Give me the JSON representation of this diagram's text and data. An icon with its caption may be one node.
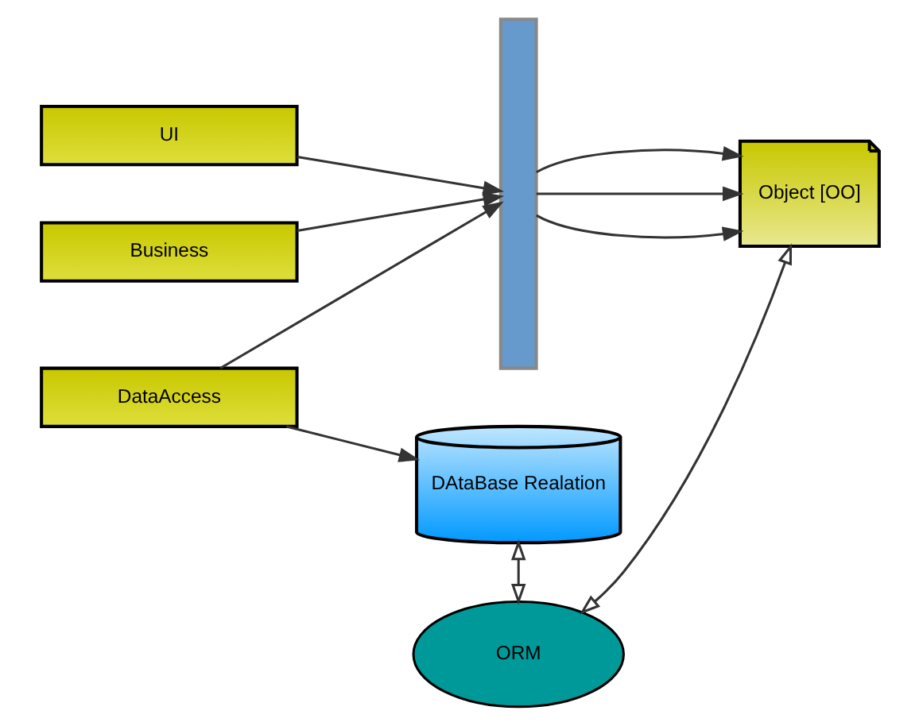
{
  "diagram": {
    "nodes": [
      {
        "text": [
          "UI"
        ]
      },
      {
        "text": [
          "Business"
        ]
      },
      {
        "text": [
          "DataAccess"
        ]
      },
      {
        "text": [],
        "shape": "bar"
      },
      {
        "text": [
          "Object [OO]"
        ]
      },
      {
        "text": [
          "DAtaBase Realation"
        ]
      },
      {
        "text": [
          "ORM"
        ]
      }
    ],
    "edges": [
      {
        "from": 0,
        "to": 3,
        "arrow": "to"
      },
      {
        "from": 1,
        "to": 3,
        "arrow": "to"
      },
      {
        "from": 2,
        "to": 3,
        "arrow": "to"
      },
      {
        "from": 3,
        "to": 4,
        "arrow": "to"
      },
      {
        "from": 3,
        "to": 4,
        "arrow": "to"
      },
      {
        "from": 3,
        "to": 4,
        "arrow": "to"
      },
      {
        "from": 2,
        "to": 5,
        "arrow": "to"
      },
      {
        "from": 5,
        "to": 6,
        "arrow": "both"
      },
      {
        "from": 6,
        "to": 4,
        "arrow": "both"
      }
    ]
  }
}
